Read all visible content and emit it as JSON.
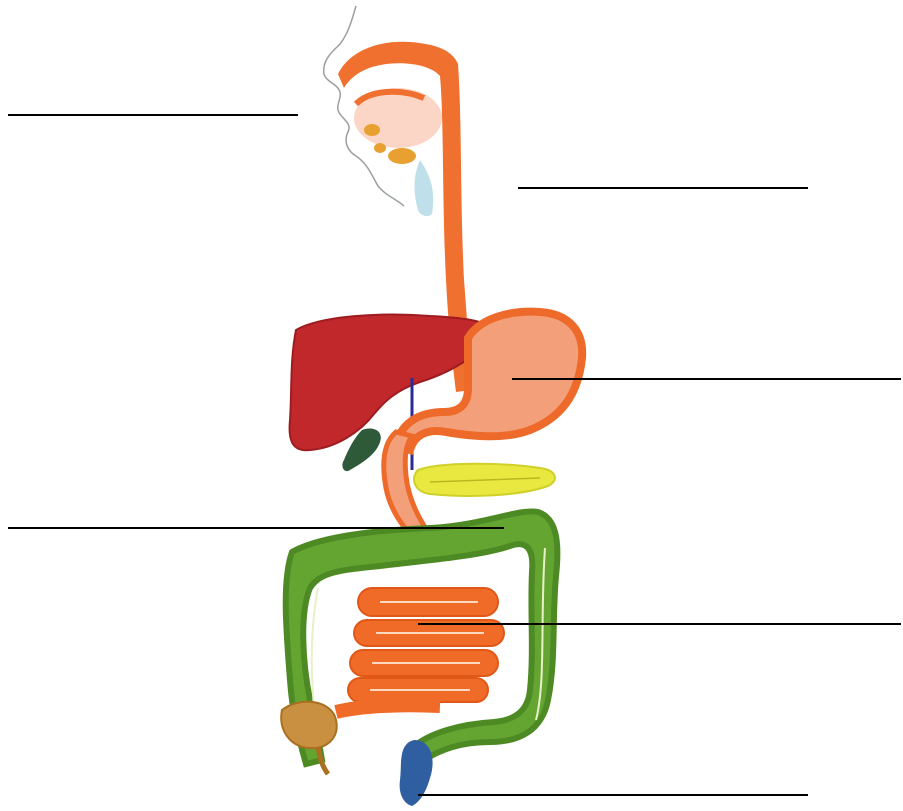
{
  "diagram": {
    "colors": {
      "esophagus": "#f07030",
      "stomach_fill": "#f3a07a",
      "stomach_outline": "#ee6a2a",
      "liver": "#c0282c",
      "liver_dark": "#9e1c20",
      "large_intestine": "#64a532",
      "large_intestine_dark": "#4d8a24",
      "small_intestine": "#f06a28",
      "pancreas": "#e8e840",
      "gallbladder": "#2e5a3a",
      "rectum": "#2f5fa0",
      "appendix": "#c89040",
      "salivary": "#e8a030",
      "pointer_line": "#000000"
    },
    "labels": [
      {
        "id": "label-1",
        "text": ""
      },
      {
        "id": "label-2",
        "text": ""
      },
      {
        "id": "label-3",
        "text": ""
      },
      {
        "id": "label-4",
        "text": ""
      },
      {
        "id": "label-5",
        "text": ""
      },
      {
        "id": "label-6",
        "text": ""
      }
    ]
  }
}
